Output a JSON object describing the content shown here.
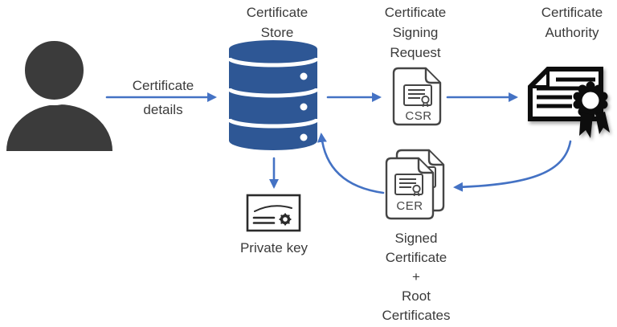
{
  "colors": {
    "arrow": "#4472C4",
    "database": "#2E5795",
    "icon-dark": "#3B3B3B",
    "doc-outline": "#454545",
    "ink": "#0d0d0d",
    "text": "#3B3B3B"
  },
  "nodes": {
    "certificate_store": {
      "title": [
        "Certificate",
        "Store"
      ]
    },
    "certificate_signing_request": {
      "title": [
        "Certificate",
        "Signing",
        "Request"
      ],
      "doc_label": "CSR"
    },
    "certificate_authority": {
      "title": [
        "Certificate",
        "Authority"
      ]
    },
    "private_key": {
      "label": "Private key"
    },
    "signed_certificate": {
      "label": [
        "Signed",
        "Certificate",
        "+",
        "Root",
        "Certificates"
      ],
      "doc_label": "CER"
    }
  },
  "edges": {
    "user_to_store": {
      "label": [
        "Certificate",
        "details"
      ]
    }
  }
}
